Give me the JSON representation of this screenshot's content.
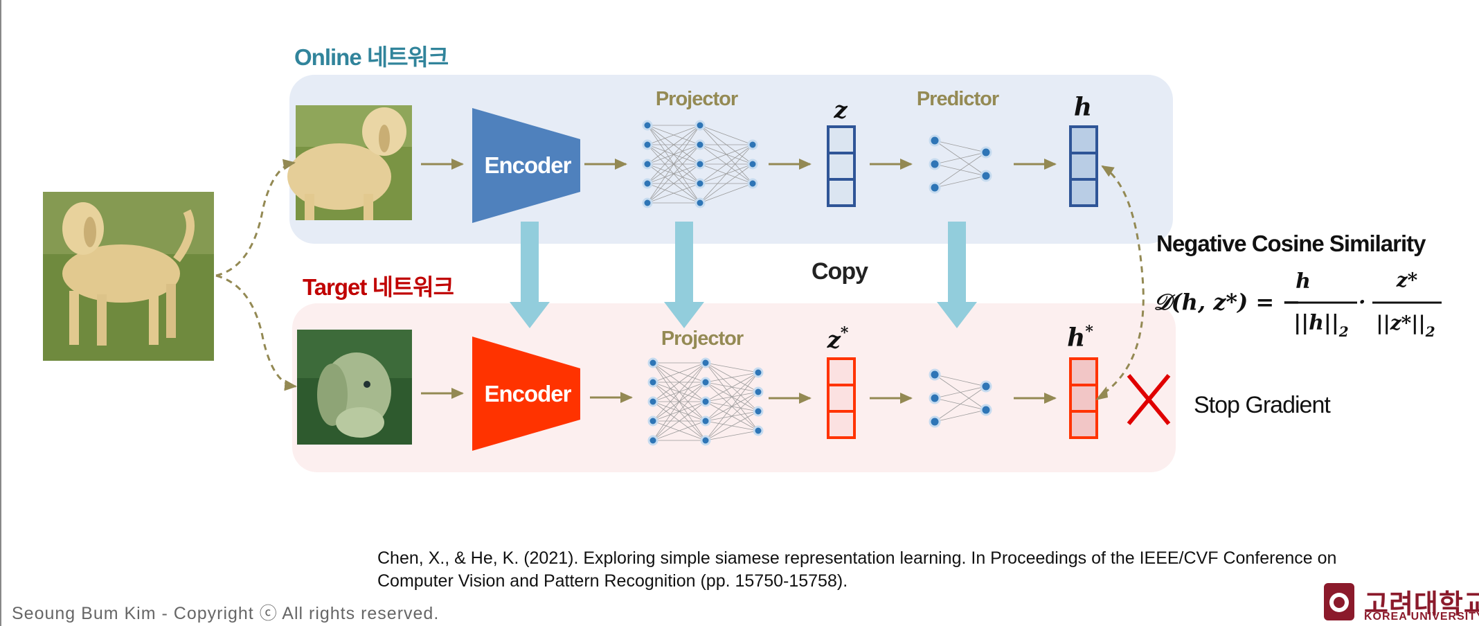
{
  "online": {
    "title": "Online 네트워크"
  },
  "target": {
    "title": "Target 네트워크"
  },
  "labels": {
    "projector": "Projector",
    "predictor": "Predictor",
    "encoder": "Encoder",
    "copy": "Copy",
    "z": "z",
    "z_star": "z",
    "h": "h",
    "h_star": "h",
    "star": "*",
    "stop_gradient": "Stop Gradient"
  },
  "loss": {
    "title": "Negative Cosine Similarity",
    "lhs": "𝒟(h, z*) = −",
    "num_h": "h",
    "den_h": "||h||",
    "num_z": "z*",
    "den_z": "||z*||",
    "sub": "2",
    "dot": "·"
  },
  "citation": {
    "line1": "Chen, X., & He, K. (2021). Exploring simple siamese representation learning. In Proceedings of the IEEE/CVF Conference on",
    "line2": "Computer Vision and Pattern Recognition (pp. 15750-15758)."
  },
  "footer": {
    "copyright": "Seoung Bum Kim - Copyright ⓒ All rights reserved."
  },
  "logo": {
    "korean": "고려대학교",
    "english": "KOREA UNIVERSITY"
  },
  "colors": {
    "online_panel": "#e6ecf6",
    "target_panel": "#fcefef",
    "online_encoder": "#4f81bd",
    "target_encoder": "#ff3300",
    "copy_arrow": "#92cddc",
    "flow_arrow": "#938953",
    "label_olive": "#948a54",
    "stop_x": "#e00000"
  }
}
